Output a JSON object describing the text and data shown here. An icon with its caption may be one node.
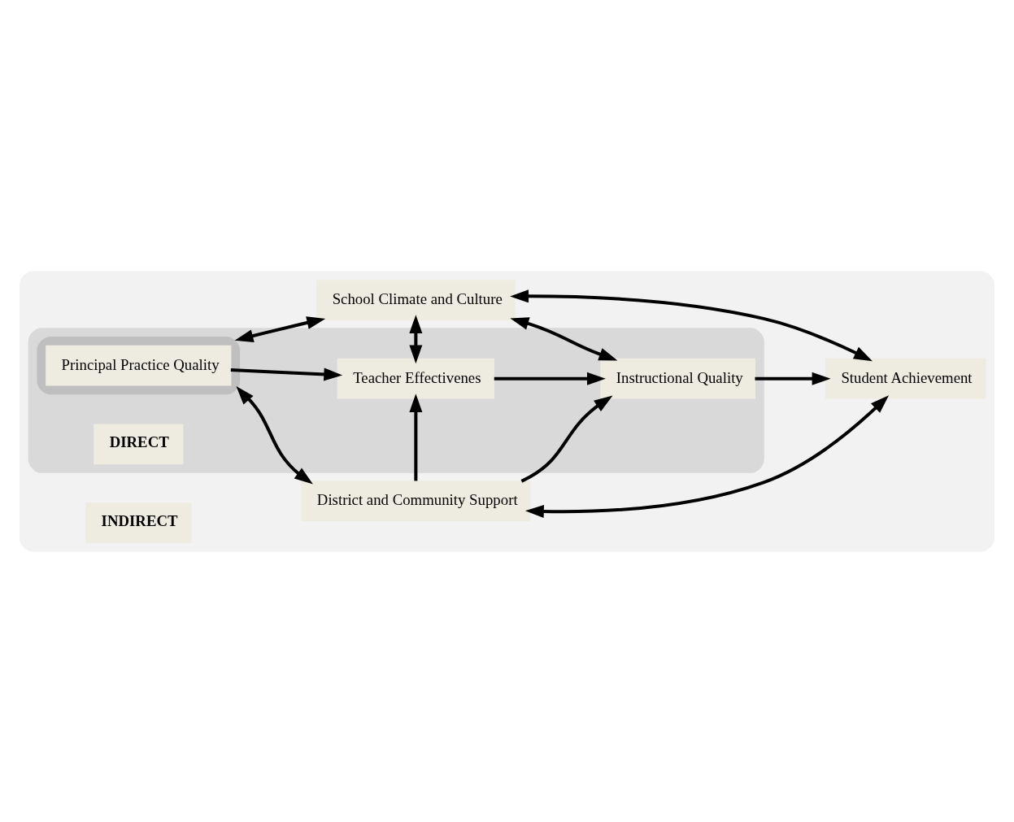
{
  "diagram": {
    "nodes": [
      {
        "text": [],
        "shape": "ellipse"
      },
      {
        "text": [],
        "shape": "ellipse",
        "in": 0
      },
      {
        "text": [],
        "shape": "ellipse",
        "in": 1
      },
      {
        "text": [
          "Principal Practice Quality"
        ],
        "in": 2
      },
      {
        "text": [
          "District and Community Support"
        ],
        "in": 0
      },
      {
        "text": [
          "Teacher Effectivenes"
        ],
        "in": 1
      },
      {
        "text": [
          "Instructional Quality"
        ],
        "in": 1
      },
      {
        "text": [
          "Student Achievement"
        ],
        "in": 0
      },
      {
        "text": [
          "School Climate and Culture"
        ],
        "in": 0
      },
      {
        "text": [
          "DIRECT"
        ],
        "in": 1
      },
      {
        "text": [
          "INDIRECT"
        ],
        "in": 0
      }
    ],
    "edges": [
      {
        "from": 2,
        "to": 4,
        "arrow": "both"
      },
      {
        "from": 2,
        "to": 8,
        "arrow": "both"
      },
      {
        "from": 3,
        "to": 5,
        "arrow": "to"
      },
      {
        "from": 5,
        "to": 6,
        "arrow": "to"
      },
      {
        "from": 6,
        "to": 7,
        "arrow": "to"
      },
      {
        "from": 4,
        "to": 5,
        "arrow": "to"
      },
      {
        "from": 4,
        "to": 6,
        "arrow": "to"
      },
      {
        "from": 4,
        "to": 7,
        "arrow": "both"
      },
      {
        "from": 8,
        "to": 5,
        "arrow": "both"
      },
      {
        "from": 8,
        "to": 6,
        "arrow": "both"
      },
      {
        "from": 8,
        "to": 7,
        "arrow": "both"
      }
    ]
  }
}
